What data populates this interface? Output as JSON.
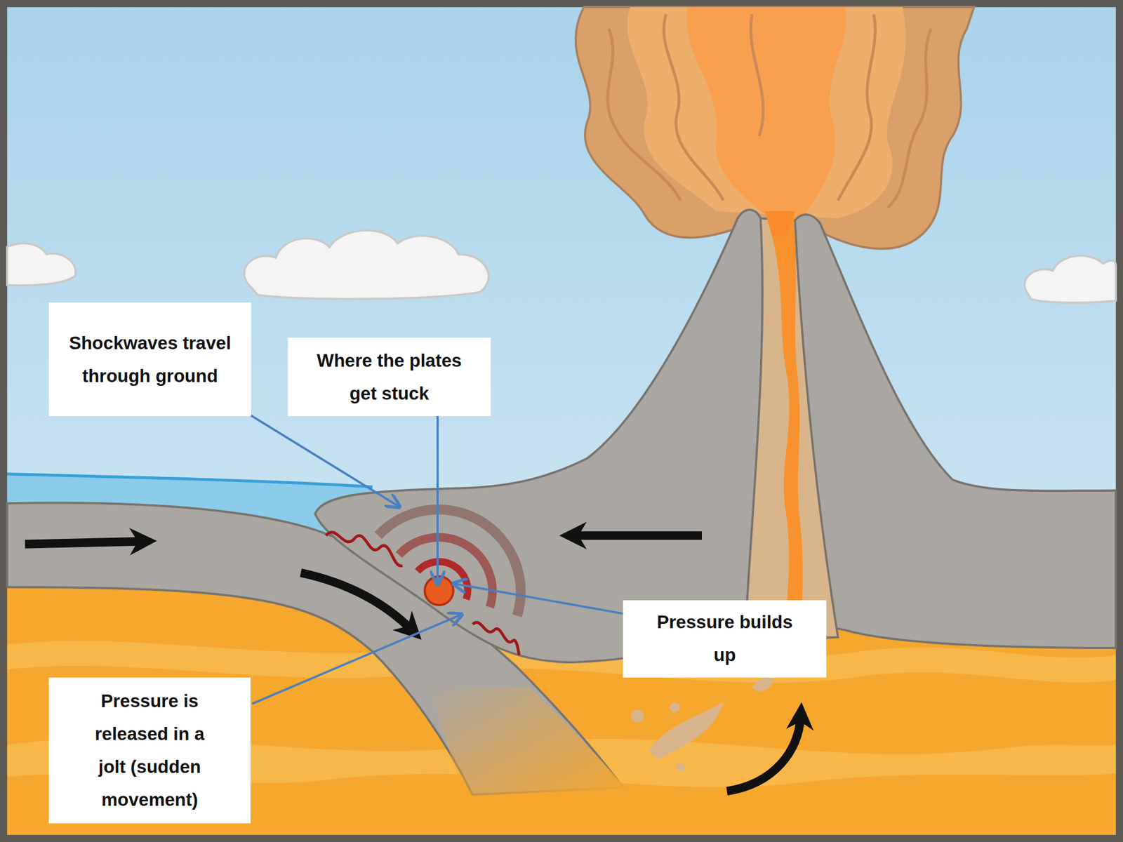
{
  "diagram": {
    "nodes": [
      {
        "text": [
          "Shockwaves travel through ground"
        ]
      },
      {
        "text": [
          "Where the plates get stuck"
        ]
      },
      {
        "text": [
          "Pressure builds up"
        ]
      },
      {
        "text": [
          "Pressure is released in a jolt (sudden movement)"
        ]
      }
    ]
  }
}
